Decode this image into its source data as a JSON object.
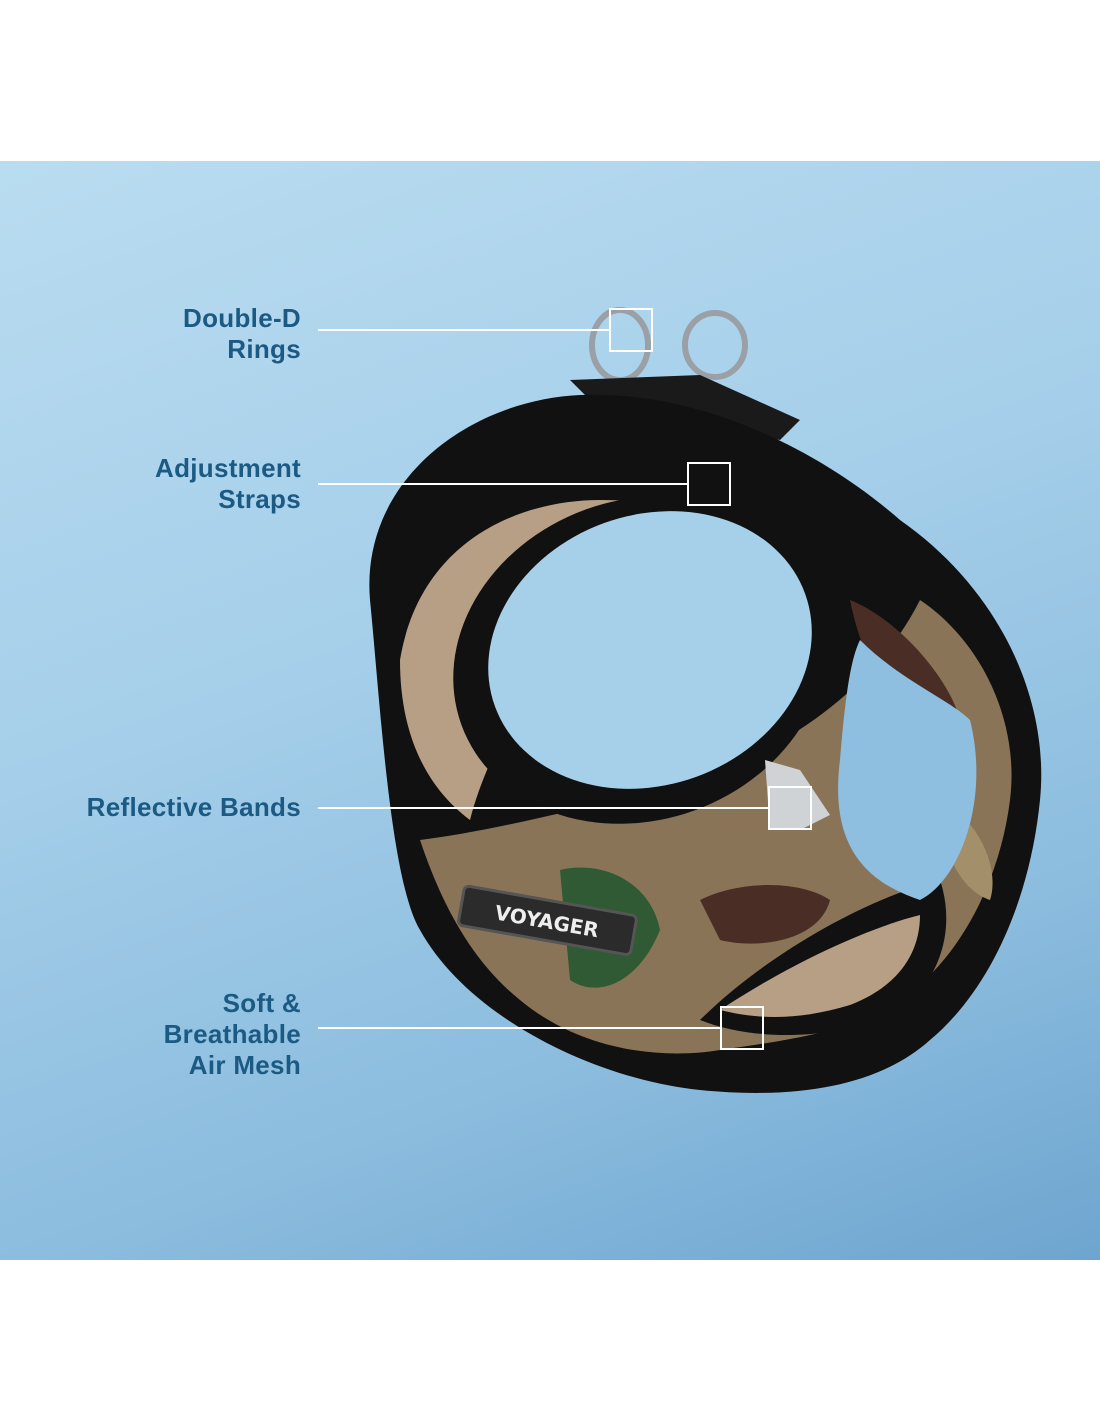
{
  "features": [
    {
      "lines": [
        "Double-D",
        "Rings"
      ]
    },
    {
      "lines": [
        "Adjustment",
        "Straps"
      ]
    },
    {
      "lines": [
        "Reflective Bands"
      ]
    },
    {
      "lines": [
        "Soft &",
        "Breathable",
        "Air Mesh"
      ]
    }
  ],
  "product": {
    "brand_tag": "VOYAGER"
  },
  "colors": {
    "text": "#1b5a83",
    "callout_line": "#ffffff"
  }
}
